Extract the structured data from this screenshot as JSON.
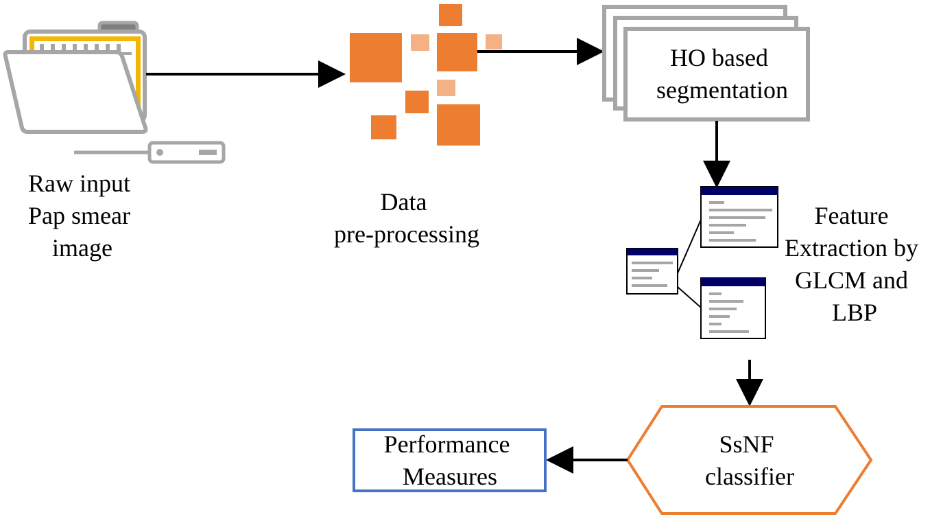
{
  "diagram": {
    "steps": {
      "raw_input": {
        "lines": [
          "Raw input",
          "Pap smear",
          "image"
        ]
      },
      "preprocessing": {
        "lines": [
          "Data",
          "pre-processing"
        ]
      },
      "segmentation": {
        "lines": [
          "HO based",
          "segmentation"
        ]
      },
      "feature_extraction": {
        "lines": [
          "Feature",
          "Extraction by",
          "GLCM and",
          "LBP"
        ]
      },
      "classifier": {
        "lines": [
          "SsNF",
          "classifier"
        ]
      },
      "performance": {
        "lines": [
          "Performance",
          "Measures"
        ]
      }
    },
    "colors": {
      "arrow": "#000000",
      "folder_outline": "#a6a6a6",
      "folder_tab": "#7f7f7f",
      "folder_paper": "#f2b705",
      "preprocess_dark": "#ed7d31",
      "preprocess_light": "#f4b183",
      "segmentation_outline": "#a6a6a6",
      "table_header": "#000066",
      "table_lines": "#a6a6a6",
      "classifier_outline": "#ed7d31",
      "performance_outline": "#4472c4"
    },
    "icons": {
      "raw_input": "open-folder-icon",
      "preprocessing": "scattered-squares-icon",
      "segmentation": "stacked-pages-icon",
      "feature_extraction": "linked-tables-icon"
    }
  }
}
